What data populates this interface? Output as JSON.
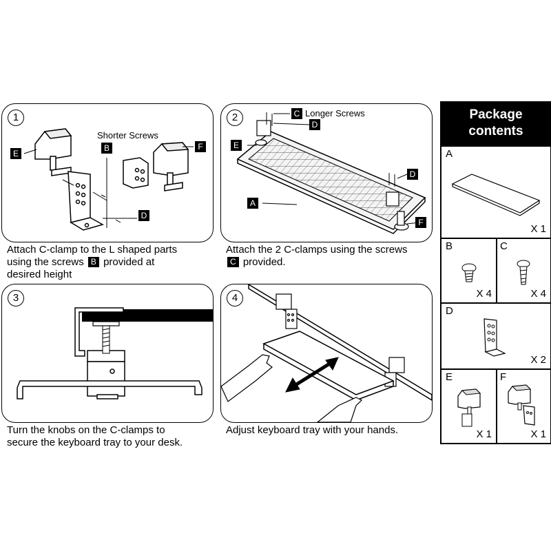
{
  "steps": [
    {
      "number": "1",
      "caption_line1": "Attach C-clamp to the L shaped parts",
      "caption_line2_pre": "using the screws",
      "caption_line2_badge": "B",
      "caption_line2_post": "provided at",
      "caption_line3": "desired height",
      "label_screws": "Shorter Screws"
    },
    {
      "number": "2",
      "caption_line1": "Attach the 2 C-clamps using the screws",
      "caption_line2_badge": "C",
      "caption_line2_post": "provided.",
      "label_screws": "Longer Screws"
    },
    {
      "number": "3",
      "caption_line1": "Turn the knobs on the C-clamps to",
      "caption_line2": "secure the keyboard tray to your desk."
    },
    {
      "number": "4",
      "caption_line1": "Adjust keyboard tray with your hands."
    }
  ],
  "part_letters": {
    "a": "A",
    "b": "B",
    "c": "C",
    "d": "D",
    "e": "E",
    "f": "F"
  },
  "package": {
    "title_line1": "Package",
    "title_line2": "contents",
    "items": [
      {
        "letter": "A",
        "qty": "X 1"
      },
      {
        "letter": "B",
        "qty": "X 4"
      },
      {
        "letter": "C",
        "qty": "X 4"
      },
      {
        "letter": "D",
        "qty": "X 2"
      },
      {
        "letter": "E",
        "qty": "X 1"
      },
      {
        "letter": "F",
        "qty": "X 1"
      }
    ]
  }
}
